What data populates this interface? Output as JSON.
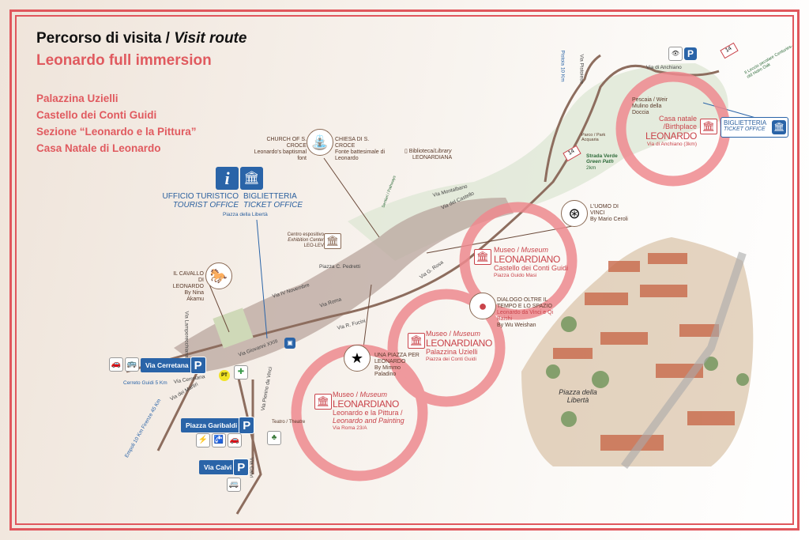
{
  "header": {
    "title_regular": "Percorso di visita / ",
    "title_italic": "Visit route",
    "subtitle": "Leonardo full immersion",
    "stops": [
      "Palazzina Uzielli",
      "Castello dei Conti Guidi",
      "Sezione “Leonardo e la Pittura”",
      "Casa Natale di Leonardo"
    ]
  },
  "colors": {
    "accent": "#e05a5f",
    "circle": "#ee8a8f",
    "blue": "#2a64a8"
  },
  "museums": [
    {
      "line1": "Casa natale /Birthplace",
      "line2": "LEONARDO",
      "line4": "Via di Anchiano (3km)"
    },
    {
      "line1a": "Museo / ",
      "line1b": "Museum",
      "line2": "LEONARDIANO",
      "line3": "Castello dei Conti Guidi",
      "line4": "Piazza Guido Masi"
    },
    {
      "line1a": "Museo / ",
      "line1b": "Museum",
      "line2": "LEONARDIANO",
      "line3": "Palazzina Uzielli",
      "line4": "Piazza dei Conti Guidi"
    },
    {
      "line1a": "Museo / ",
      "line1b": "Museum",
      "line2": "LEONARDIANO",
      "line3": "Leonardo e la Pittura /",
      "line3b": "Leonardo and Painting",
      "line4": "Via Roma 23/A"
    }
  ],
  "tourist_office": {
    "it": "UFFICIO TURISTICO",
    "en": "TOURIST OFFICE",
    "icon": "i"
  },
  "ticket_office": {
    "it": "BIGLIETTERIA",
    "en": "TICKET OFFICE",
    "place": "Piazza della Libertà"
  },
  "ticket_office_2": {
    "it": "BIGLIETTERIA",
    "en": "TICKET OFFICE"
  },
  "landmarks": {
    "church_en": "CHURCH OF S. CROCE",
    "church_en_sub": "Leonardo's baptismal font",
    "church_it": "CHIESA DI S. CROCE",
    "church_it_sub": "Fonte battesimale di Leonardo",
    "library1": "Biblioteca/",
    "library1b": "Library",
    "library2": "LEONARDIANA",
    "leolev1": "Centro espositivo",
    "leolev2": "Exhibition Center",
    "leolev3": "LEO-LEV",
    "cavallo1": "IL CAVALLO DI LEONARDO",
    "cavallo2": "By Nina Akamu",
    "uomo1": "L'UOMO DI VINCI",
    "uomo2": "By Mario Ceroli",
    "dialogo1": "DIALOGO OLTRE IL TEMPO E LO SPAZIO",
    "dialogo2": "Leonardo da Vinci e Qi Baishi",
    "dialogo3": "By Wu Weishan",
    "piazza1": "UNA PIAZZA PER LEONARDO",
    "piazza2": "By Mimmo Paladino",
    "pescaia1": "Pescaia / Weir",
    "pescaia2": "Mulino della Doccia",
    "parco": "Parco / Park Acquaria",
    "green1": "Strada Verde",
    "green2": "Green Path",
    "green3": "2km",
    "leccio": "Il Leccio secolare Centuries-old Holm Oak",
    "teatro": "Teatro / Theatre",
    "piazza_liberta": "Piazza della Libertà",
    "sentieri": "Sentieri / Pathways"
  },
  "parking": [
    "Via Cerretana",
    "Piazza Garibaldi",
    "Via Calvi"
  ],
  "route_number": "14",
  "streets": {
    "pistoiese": "Via Pistoiese",
    "anchiano": "Via di Anchiano",
    "montalbano": "Via Montalbano",
    "castello": "Via del Castello",
    "roma1": "Via G. Rosa",
    "novembre": "Via IV Novembre",
    "roma": "Via Roma",
    "fucini": "Via R. Fucini",
    "giovanni": "Via Giovanni XXIII",
    "cerretana": "Via Cerretana",
    "martiri": "Via dei Martiri",
    "calvi": "Via Calvi",
    "davinci": "Via Pierino da Vinci",
    "lamporecchio": "Via Lamporecchiana",
    "pistoia": "Pistoia 10 Km",
    "cerreto": "Cerreto Guidi 5 Km",
    "empoli": "Empoli 10 Km Firenze 45 Km",
    "pezzotti": "Piazza C. Pedretti"
  }
}
